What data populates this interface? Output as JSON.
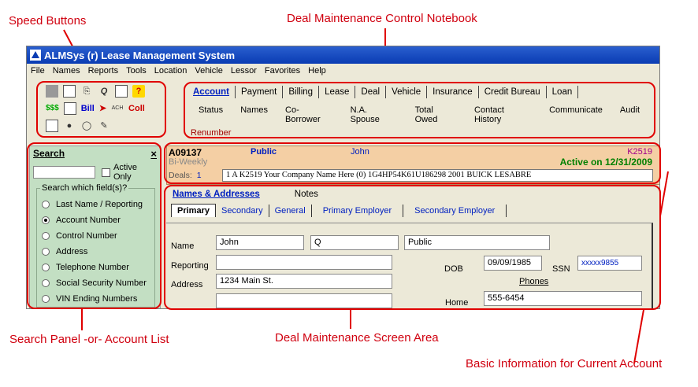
{
  "callouts": {
    "speed_buttons": "Speed Buttons",
    "control_notebook": "Deal Maintenance Control Notebook",
    "search_panel": "Search Panel -or- Account List",
    "screen_area": "Deal Maintenance Screen Area",
    "basic_info": "Basic Information for Current Account"
  },
  "window": {
    "title": "ALMSys (r) Lease Management System"
  },
  "menu": [
    "File",
    "Names",
    "Reports",
    "Tools",
    "Location",
    "Vehicle",
    "Lessor",
    "Favorites",
    "Help"
  ],
  "speed_buttons": {
    "row1": [
      "save-icon",
      "new-doc-icon",
      "print-icon",
      "query-icon",
      "card-icon",
      "help-icon"
    ],
    "row2_labels": [
      "$$$",
      "Bill",
      "Coll"
    ],
    "row3": [
      "schedule-icon",
      "people-icon",
      "watch-icon",
      "notes-icon"
    ]
  },
  "notebook": {
    "tabs": [
      "Account",
      "Payment",
      "Billing",
      "Lease",
      "Deal",
      "Vehicle",
      "Insurance",
      "Credit Bureau",
      "Loan"
    ],
    "active_tab": "Account",
    "subitems": [
      "Status",
      "Names",
      "Co-Borrower",
      "N.A. Spouse",
      "Total Owed",
      "Contact History",
      "Communicate",
      "Audit"
    ],
    "renumber": "Renumber"
  },
  "search": {
    "title": "Search",
    "close": "×",
    "active_only": "Active Only",
    "legend": "Search which field(s)?",
    "options": [
      "Last Name / Reporting",
      "Account Number",
      "Control Number",
      "Address",
      "Telephone Number",
      "Social Security Number",
      "VIN Ending Numbers"
    ],
    "selected": "Account Number"
  },
  "account": {
    "number": "A09137",
    "last": "Public",
    "first": "John",
    "code": "K2519",
    "frequency": "Bi-Weekly",
    "status": "Active on 12/31/2009",
    "deals_label": "Deals:",
    "deals_count": "1",
    "deal_line": "1   A K2519      Your Company Name Here (0)            1G4HP54K61U186298 2001 BUICK   LESABRE"
  },
  "screen": {
    "nav_active": "Names & Addresses",
    "nav_other": "Notes",
    "subtabs": [
      "Primary",
      "Secondary",
      "General",
      "Primary Employer",
      "Secondary Employer"
    ],
    "labels": {
      "name": "Name",
      "reporting": "Reporting",
      "address": "Address",
      "dob": "DOB",
      "ssn": "SSN",
      "phones": "Phones",
      "home": "Home"
    },
    "values": {
      "first": "John",
      "middle": "Q",
      "last": "Public",
      "reporting": "",
      "address1": "1234 Main St.",
      "address2": "",
      "dob": "09/09/1985",
      "ssn": "xxxxx9855",
      "home": "555-6454"
    }
  },
  "colors": {
    "callout": "#d0000f",
    "search_bg": "#c3dfc3",
    "info_bg": "#f4cfa4",
    "link": "#0020c0"
  }
}
